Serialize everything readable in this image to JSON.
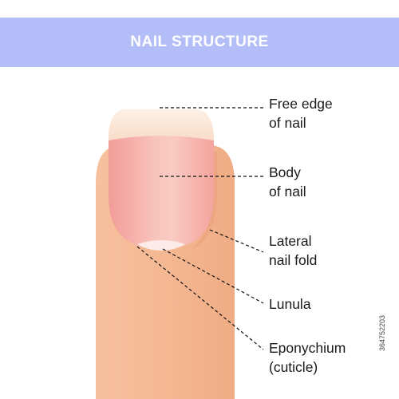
{
  "header": {
    "title": "NAIL STRUCTURE"
  },
  "labels": {
    "free_edge": [
      "Free edge",
      "of nail"
    ],
    "body": [
      "Body",
      "of nail"
    ],
    "lateral_fold": [
      "Lateral",
      "nail fold"
    ],
    "lunula": [
      "Lunula"
    ],
    "eponychium": [
      "Eponychium",
      "(cuticle)"
    ]
  },
  "stock_id": "364752203",
  "colors": {
    "banner": "#b3bdf8",
    "skin": "#f4b892",
    "nail": "#f5a9a3",
    "free_edge": "#fbe6d8",
    "lunula": "#fcebe8"
  }
}
